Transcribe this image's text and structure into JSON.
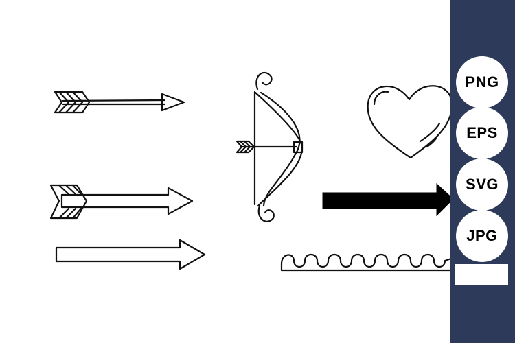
{
  "panel": {
    "background": "#2e3a59",
    "badges": [
      {
        "label": "PNG"
      },
      {
        "label": "EPS"
      },
      {
        "label": "SVG"
      },
      {
        "label": "JPG"
      }
    ]
  },
  "illustrations": [
    "fletched-arrow-thin-icon",
    "fletched-arrow-outline-icon",
    "block-arrow-outline-icon",
    "bow-and-arrow-icon",
    "heart-icon",
    "solid-arrow-icon",
    "wavy-border-icon"
  ]
}
